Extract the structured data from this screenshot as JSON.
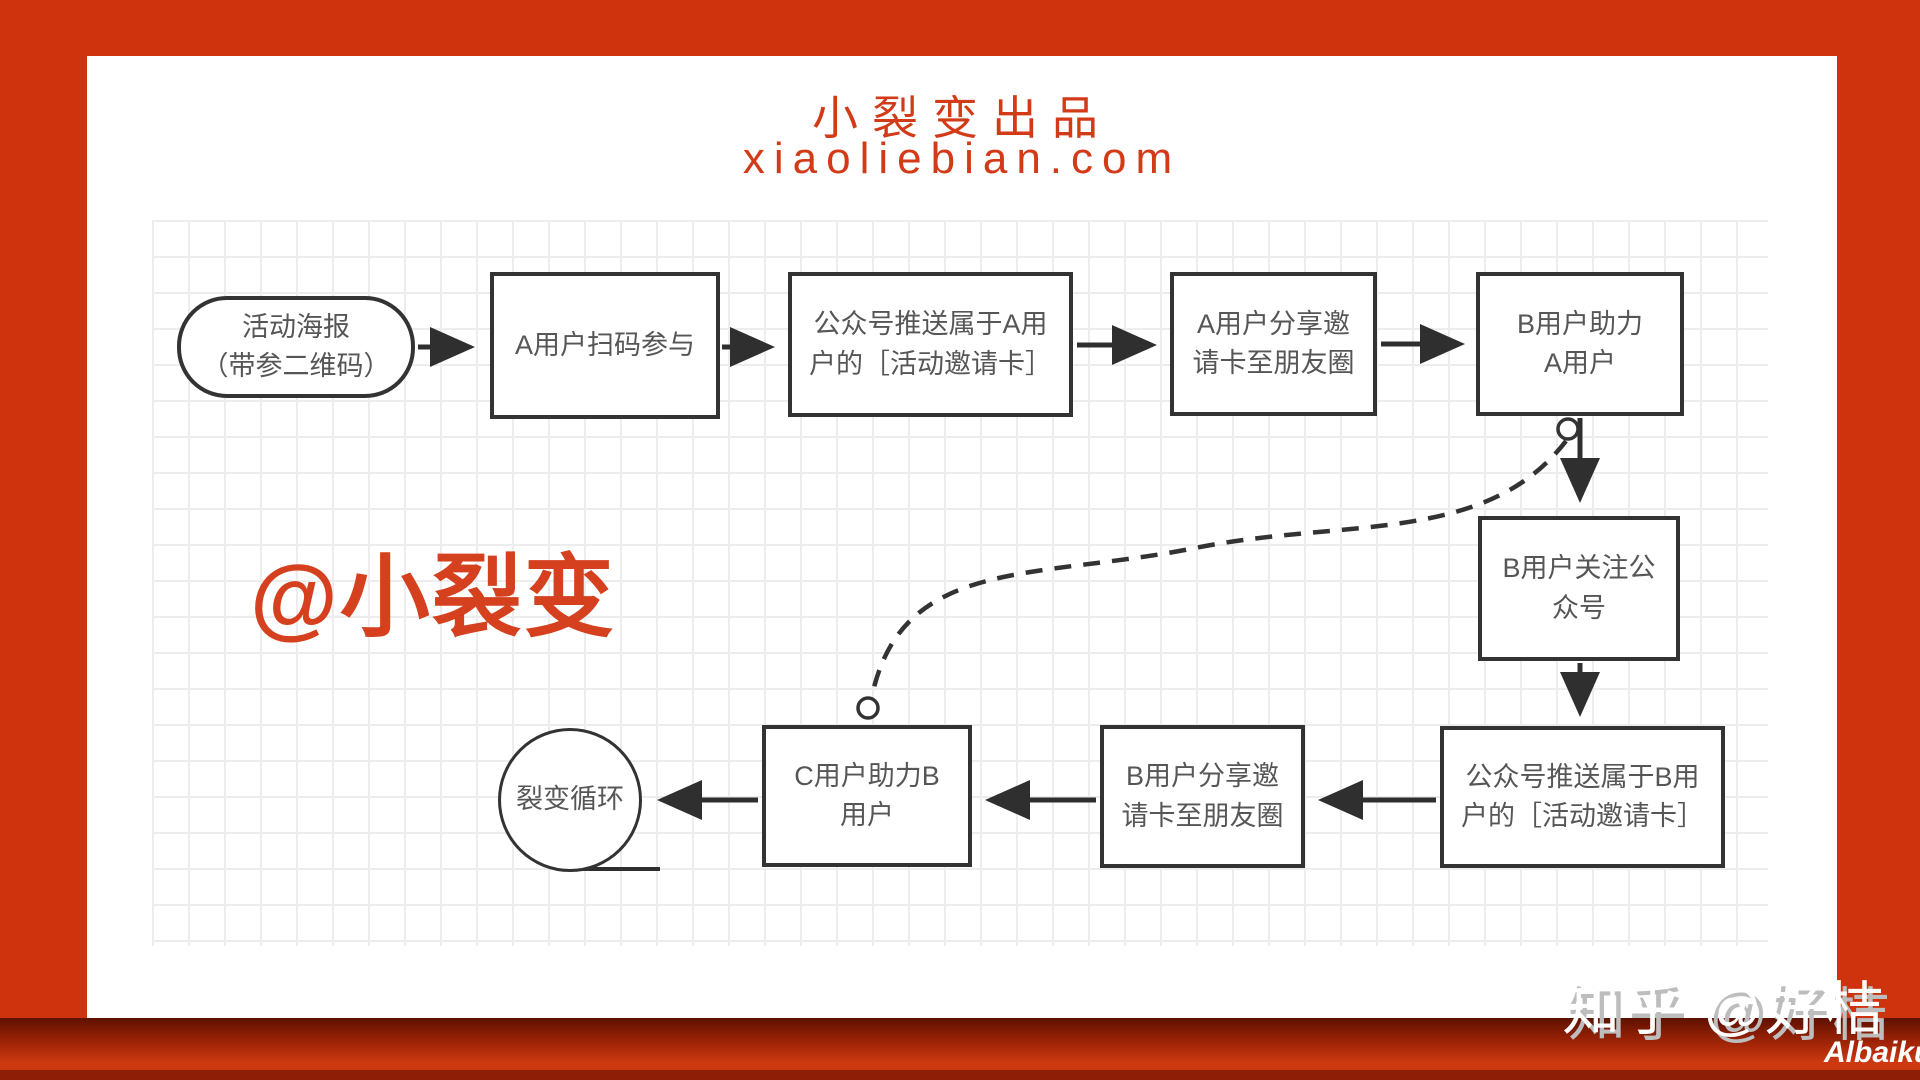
{
  "header": {
    "title_line1": "小裂变出品",
    "title_line2": "xiaoliebian.com"
  },
  "watermarks": {
    "center_text": "@小裂变",
    "bottom_right_text": "知乎 @好桔",
    "credit": "Albaiku"
  },
  "colors": {
    "frame_red": "#cf330e",
    "accent_red": "#d23a18",
    "watermark_red": "#d5401e",
    "node_border": "#333333",
    "node_text": "#565656",
    "grid_line": "#ededed",
    "shadow_dark_red": "#5e1100"
  },
  "flow": {
    "nodes": [
      {
        "id": "poster",
        "shape": "rounded-rect",
        "label": "活动海报\n（带参二维码）"
      },
      {
        "id": "scan",
        "shape": "rect",
        "label": "A用户扫码参与"
      },
      {
        "id": "push-a",
        "shape": "rect",
        "label": "公众号推送属于A用\n户的［活动邀请卡］"
      },
      {
        "id": "share-a",
        "shape": "rect",
        "label": "A用户分享邀\n请卡至朋友圈"
      },
      {
        "id": "assist-b",
        "shape": "rect",
        "label": "B用户助力\nA用户"
      },
      {
        "id": "follow-b",
        "shape": "rect",
        "label": "B用户关注公\n众号"
      },
      {
        "id": "push-b",
        "shape": "rect",
        "label": "公众号推送属于B用\n户的［活动邀请卡］"
      },
      {
        "id": "share-b",
        "shape": "rect",
        "label": "B用户分享邀\n请卡至朋友圈"
      },
      {
        "id": "assist-c",
        "shape": "rect",
        "label": "C用户助力B\n用户"
      },
      {
        "id": "loop",
        "shape": "circle",
        "label": "裂变循环"
      }
    ],
    "edges": [
      {
        "from": "poster",
        "to": "scan",
        "style": "solid-arrow"
      },
      {
        "from": "scan",
        "to": "push-a",
        "style": "solid-arrow"
      },
      {
        "from": "push-a",
        "to": "share-a",
        "style": "solid-arrow"
      },
      {
        "from": "share-a",
        "to": "assist-b",
        "style": "solid-arrow"
      },
      {
        "from": "assist-b",
        "to": "follow-b",
        "style": "solid-arrow"
      },
      {
        "from": "follow-b",
        "to": "push-b",
        "style": "solid-arrow"
      },
      {
        "from": "push-b",
        "to": "share-b",
        "style": "solid-arrow"
      },
      {
        "from": "share-b",
        "to": "assist-c",
        "style": "solid-arrow"
      },
      {
        "from": "assist-c",
        "to": "loop",
        "style": "solid-arrow"
      },
      {
        "from": "assist-b",
        "to": "assist-c",
        "style": "dashed-curve"
      }
    ]
  }
}
